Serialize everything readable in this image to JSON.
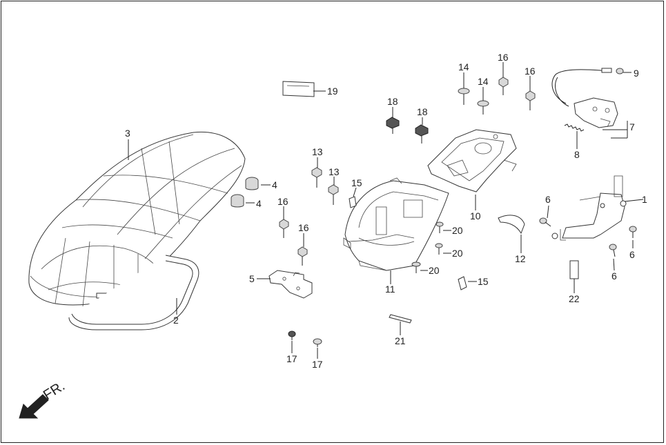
{
  "direction_label": "FR.",
  "callouts": {
    "p1": "1",
    "p2": "2",
    "p3": "3",
    "p4a": "4",
    "p4b": "4",
    "p5": "5",
    "p6a": "6",
    "p6b": "6",
    "p6c": "6",
    "p7": "7",
    "p8": "8",
    "p9": "9",
    "p10": "10",
    "p11": "11",
    "p12": "12",
    "p13a": "13",
    "p13b": "13",
    "p14a": "14",
    "p14b": "14",
    "p15a": "15",
    "p15b": "15",
    "p16a": "16",
    "p16b": "16",
    "p16c": "16",
    "p16d": "16",
    "p17a": "17",
    "p17b": "17",
    "p18a": "18",
    "p18b": "18",
    "p19": "19",
    "p20a": "20",
    "p20b": "20",
    "p20c": "20",
    "p21": "21",
    "p22": "22"
  }
}
